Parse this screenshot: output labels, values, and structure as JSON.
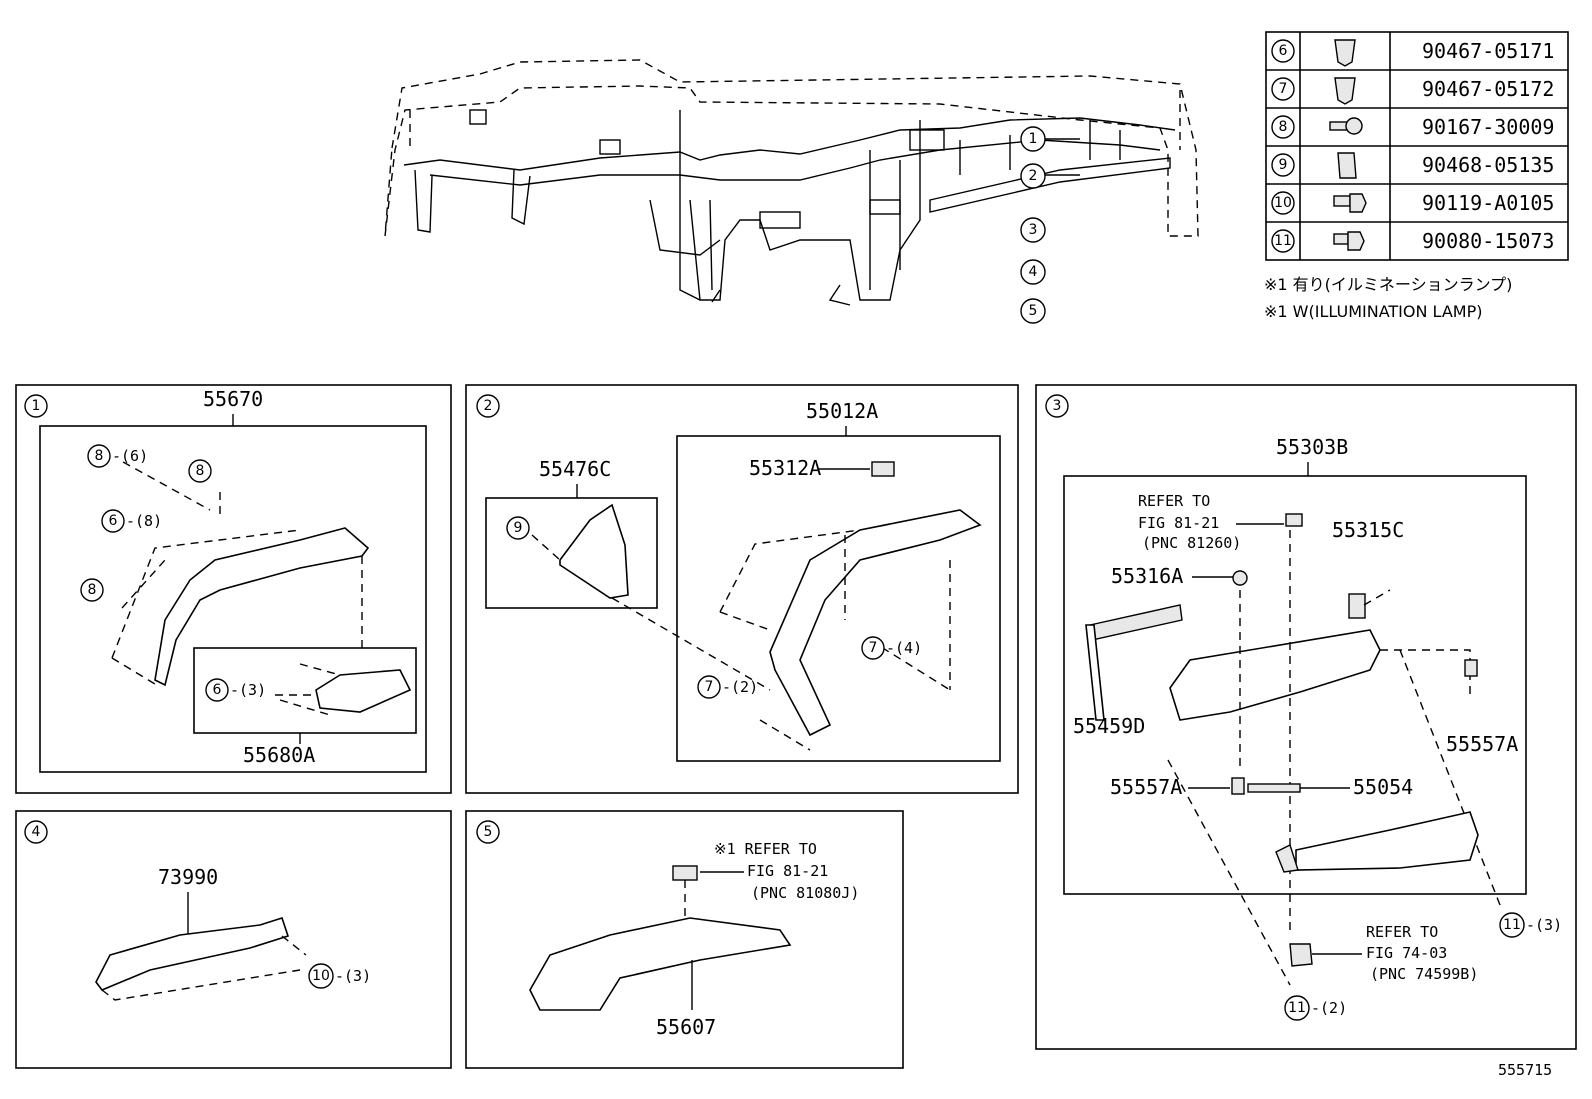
{
  "diagram_id": "555715",
  "fastener_table": [
    {
      "ref": "6",
      "part": "90467-05171"
    },
    {
      "ref": "7",
      "part": "90467-05172"
    },
    {
      "ref": "8",
      "part": "90167-30009"
    },
    {
      "ref": "9",
      "part": "90468-05135"
    },
    {
      "ref": "10",
      "part": "90119-A0105"
    },
    {
      "ref": "11",
      "part": "90080-15073"
    }
  ],
  "notes": {
    "jp": "※1 有り(イルミネーションランプ)",
    "en": "※1 W(ILLUMINATION LAMP)"
  },
  "overview_callouts": [
    "1",
    "2",
    "3",
    "4",
    "5"
  ],
  "box1": {
    "num": "1",
    "top_part": "55670",
    "sub_part": "55680A",
    "qty_6_8": "-(6)",
    "ref_8": "8",
    "ref_6": "6",
    "qty_6b_8": "-(8)",
    "ref_6_3": "6",
    "qty_6_3": "-(3)"
  },
  "box2": {
    "num": "2",
    "top_part": "55012A",
    "left_part": "55476C",
    "clip_part": "55312A",
    "ref_9": "9",
    "ref_7a": "7",
    "qty_7a": "-(4)",
    "ref_7b": "7",
    "qty_7b": "-(2)"
  },
  "box3": {
    "num": "3",
    "top_part": "55303B",
    "refer_line1": "REFER TO",
    "refer_line2": "FIG 81-21",
    "refer_line3": "(PNC 81260)",
    "p55315c": "55315C",
    "p55316a": "55316A",
    "p55459d": "55459D",
    "p55557a_r": "55557A",
    "p55557a_l": "55557A",
    "p55054": "55054",
    "ref11a": "11",
    "qty11a": "-(3)",
    "ref11b": "11",
    "qty11b": "-(2)",
    "refer2_line1": "REFER TO",
    "refer2_line2": "FIG 74-03",
    "refer2_line3": "(PNC 74599B)"
  },
  "box4": {
    "num": "4",
    "part": "73990",
    "ref10": "10",
    "qty10": "-(3)"
  },
  "box5": {
    "num": "5",
    "refer_line1": "※1 REFER TO",
    "refer_line2": "FIG 81-21",
    "refer_line3": "(PNC 81080J)",
    "part": "55607"
  }
}
